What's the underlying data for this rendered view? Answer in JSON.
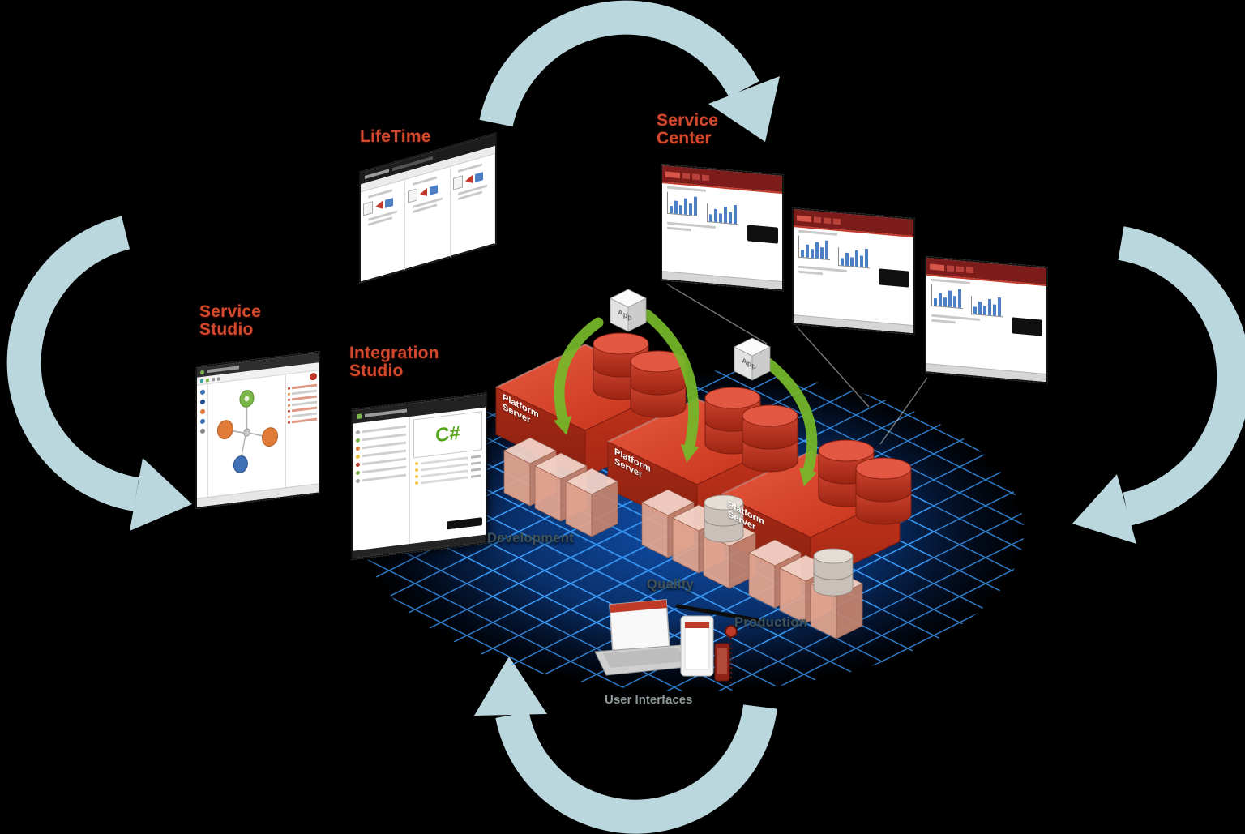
{
  "colors": {
    "background": "#000000",
    "accent_red": "#d2492e",
    "cycle_arrow_blue": "#c5e3ea",
    "grid_blue": "#3aa0ff",
    "server_red": "#d8402b",
    "green_arrow": "#76b82a",
    "monitor_header_maroon": "#7c1d1b",
    "chart_bar_blue": "#4d7fc4"
  },
  "tools": {
    "lifetime": {
      "label": "LifeTime"
    },
    "service_center": {
      "label": "Service Center"
    },
    "service_studio": {
      "label": "Service Studio"
    },
    "integration_studio": {
      "label": "Integration Studio",
      "code_language": "C#"
    }
  },
  "platform_servers": [
    {
      "label": "Platform Server"
    },
    {
      "label": "Platform Server"
    },
    {
      "label": "Platform Server"
    }
  ],
  "apps": [
    {
      "label": "App"
    },
    {
      "label": "App"
    }
  ],
  "environments": [
    {
      "label": "Development"
    },
    {
      "label": "Quality"
    },
    {
      "label": "Production"
    }
  ],
  "devices": {
    "label": "User Interfaces"
  }
}
